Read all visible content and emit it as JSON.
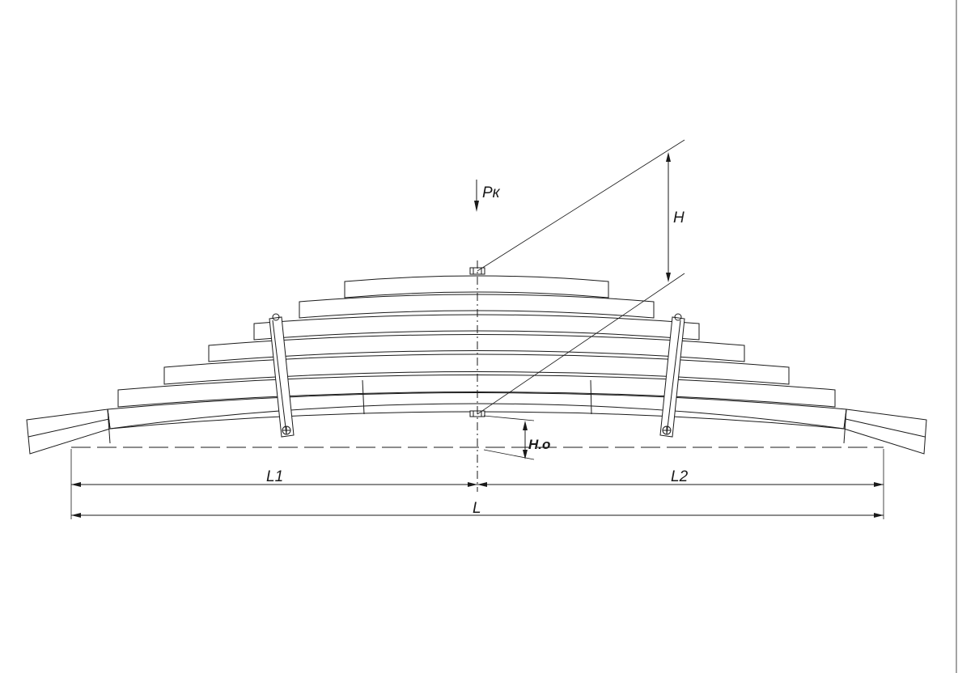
{
  "diagram": {
    "labels": {
      "load": "Pк",
      "height": "H",
      "height_initial": "H.o",
      "span_left": "L1",
      "span_right": "L2",
      "span_total": "L"
    },
    "colors": {
      "line": "#1a1a1a",
      "background": "#ffffff"
    }
  }
}
